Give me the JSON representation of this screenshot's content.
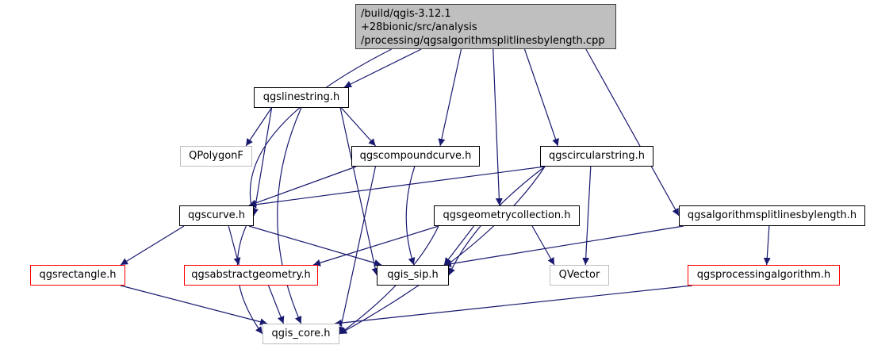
{
  "diagram": {
    "type": "include-dependency-graph",
    "root": {
      "id": "root",
      "lines": [
        "/build/qgis-3.12.1",
        "+28bionic/src/analysis",
        "/processing/qgsalgorithmsplitlinesbylength.cpp"
      ],
      "style": "root"
    },
    "nodes": [
      {
        "id": "linestring",
        "label": "qgslinestring.h",
        "style": "normal"
      },
      {
        "id": "qpolygonf",
        "label": "QPolygonF",
        "style": "gray"
      },
      {
        "id": "compoundcurve",
        "label": "qgscompoundcurve.h",
        "style": "normal"
      },
      {
        "id": "circularstring",
        "label": "qgscircularstring.h",
        "style": "normal"
      },
      {
        "id": "curve",
        "label": "qgscurve.h",
        "style": "normal"
      },
      {
        "id": "geomcollection",
        "label": "qgsgeometrycollection.h",
        "style": "normal"
      },
      {
        "id": "splitlines",
        "label": "qgsalgorithmsplitlinesbylength.h",
        "style": "normal"
      },
      {
        "id": "rectangle",
        "label": "qgsrectangle.h",
        "style": "red"
      },
      {
        "id": "abstractgeom",
        "label": "qgsabstractgeometry.h",
        "style": "red"
      },
      {
        "id": "sip",
        "label": "qgis_sip.h",
        "style": "normal"
      },
      {
        "id": "qvector",
        "label": "QVector",
        "style": "gray"
      },
      {
        "id": "procalgo",
        "label": "qgsprocessingalgorithm.h",
        "style": "red"
      },
      {
        "id": "core",
        "label": "qgis_core.h",
        "style": "gray"
      }
    ],
    "edges": [
      [
        "root",
        "linestring"
      ],
      [
        "root",
        "curve"
      ],
      [
        "root",
        "compoundcurve"
      ],
      [
        "root",
        "geomcollection"
      ],
      [
        "root",
        "circularstring"
      ],
      [
        "root",
        "splitlines"
      ],
      [
        "linestring",
        "qpolygonf"
      ],
      [
        "linestring",
        "curve"
      ],
      [
        "linestring",
        "compoundcurve"
      ],
      [
        "linestring",
        "sip"
      ],
      [
        "linestring",
        "core"
      ],
      [
        "compoundcurve",
        "curve"
      ],
      [
        "compoundcurve",
        "sip"
      ],
      [
        "compoundcurve",
        "core"
      ],
      [
        "circularstring",
        "curve"
      ],
      [
        "circularstring",
        "sip"
      ],
      [
        "circularstring",
        "qvector"
      ],
      [
        "circularstring",
        "core"
      ],
      [
        "curve",
        "rectangle"
      ],
      [
        "curve",
        "abstractgeom"
      ],
      [
        "curve",
        "sip"
      ],
      [
        "curve",
        "core"
      ],
      [
        "geomcollection",
        "abstractgeom"
      ],
      [
        "geomcollection",
        "sip"
      ],
      [
        "geomcollection",
        "qvector"
      ],
      [
        "geomcollection",
        "core"
      ],
      [
        "splitlines",
        "sip"
      ],
      [
        "splitlines",
        "procalgo"
      ],
      [
        "rectangle",
        "core"
      ],
      [
        "abstractgeom",
        "core"
      ],
      [
        "procalgo",
        "core"
      ]
    ],
    "colors": {
      "edge": "#191970",
      "root_fill": "#bfbfbf",
      "red_border": "#ff0000",
      "gray_border": "#bfbfbf"
    }
  }
}
